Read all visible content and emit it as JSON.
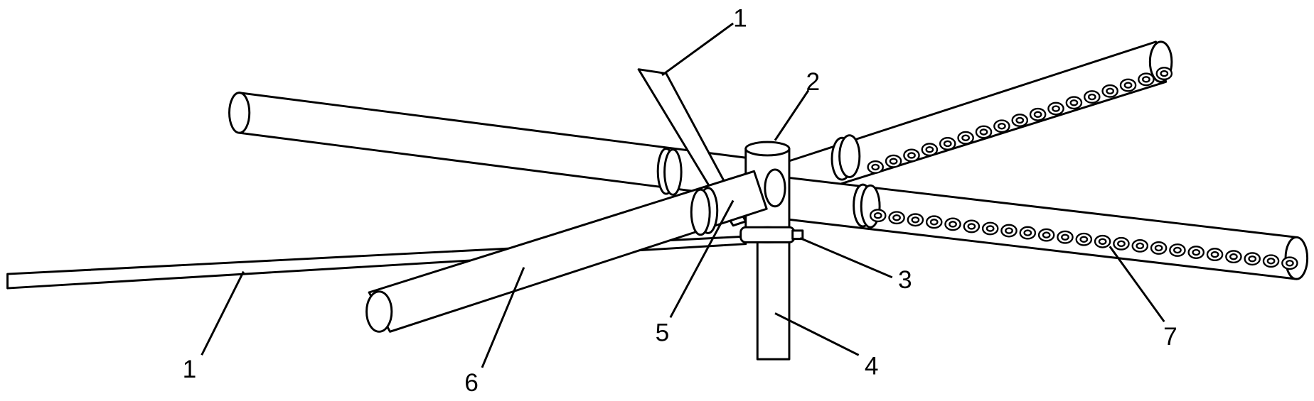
{
  "labels": {
    "part_1_top": "1",
    "part_2": "2",
    "part_1_left": "1",
    "part_6": "6",
    "part_5": "5",
    "part_3": "3",
    "part_4": "4",
    "part_7": "7"
  },
  "colors": {
    "line": "#000000",
    "fill": "#ffffff"
  }
}
